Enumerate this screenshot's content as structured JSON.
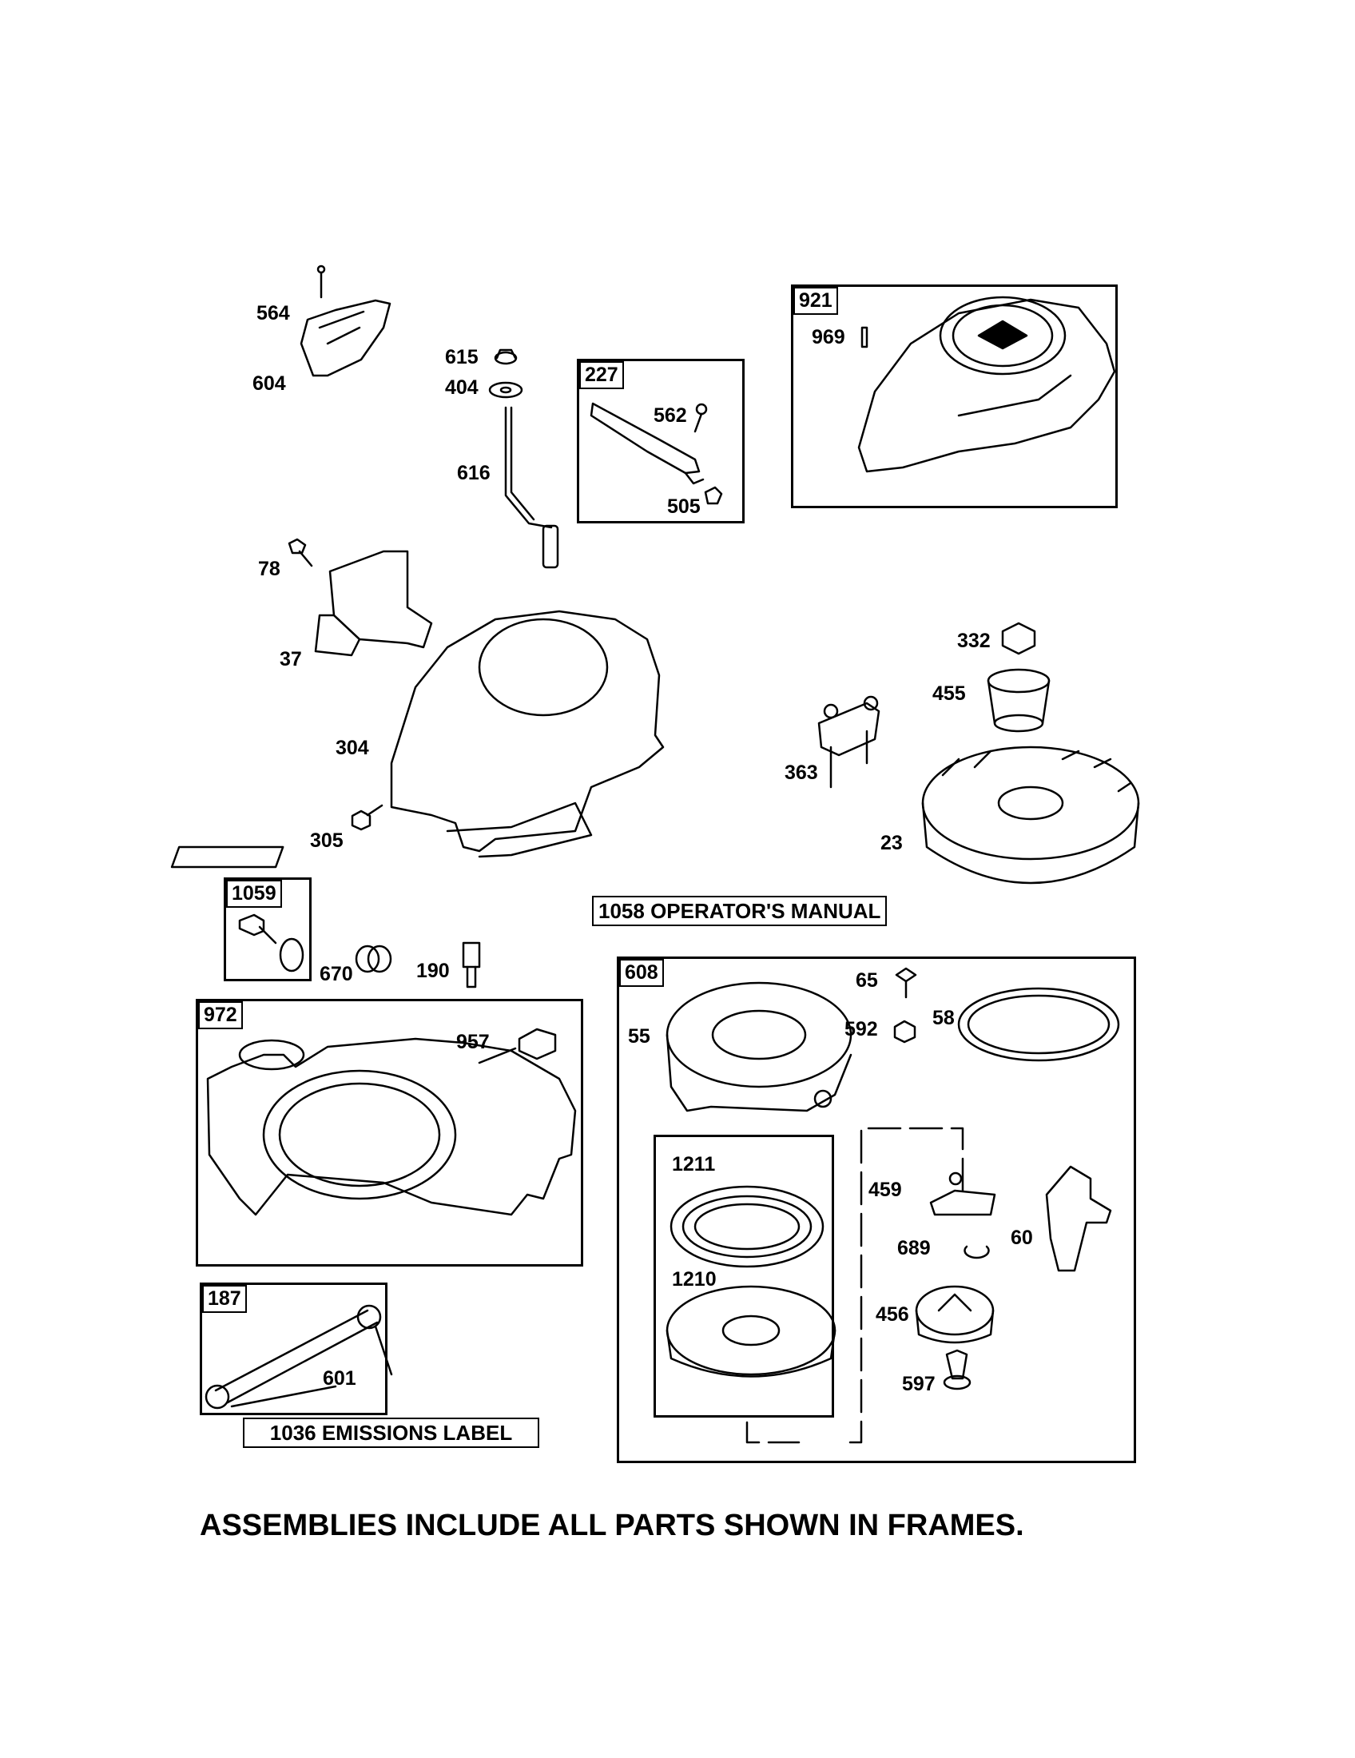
{
  "labels": {
    "p564": "564",
    "p604": "604",
    "p615": "615",
    "p404": "404",
    "p616": "616",
    "p78": "78",
    "p37": "37",
    "p304": "304",
    "p305": "305",
    "p562": "562",
    "p505": "505",
    "p969": "969",
    "p332": "332",
    "p455": "455",
    "p363": "363",
    "p23": "23",
    "p670": "670",
    "p190": "190",
    "p957": "957",
    "p601": "601",
    "p65": "65",
    "p592": "592",
    "p58": "58",
    "p55": "55",
    "p1211": "1211",
    "p1210": "1210",
    "p459": "459",
    "p689": "689",
    "p60": "60",
    "p456": "456",
    "p597": "597"
  },
  "frames": {
    "f227": "227",
    "f921": "921",
    "f1059": "1059",
    "f972": "972",
    "f187": "187",
    "f608": "608"
  },
  "notes": {
    "manual": "1058 OPERATOR'S MANUAL",
    "emissions": "1036 EMISSIONS LABEL"
  },
  "footer": "ASSEMBLIES INCLUDE ALL PARTS SHOWN IN FRAMES."
}
